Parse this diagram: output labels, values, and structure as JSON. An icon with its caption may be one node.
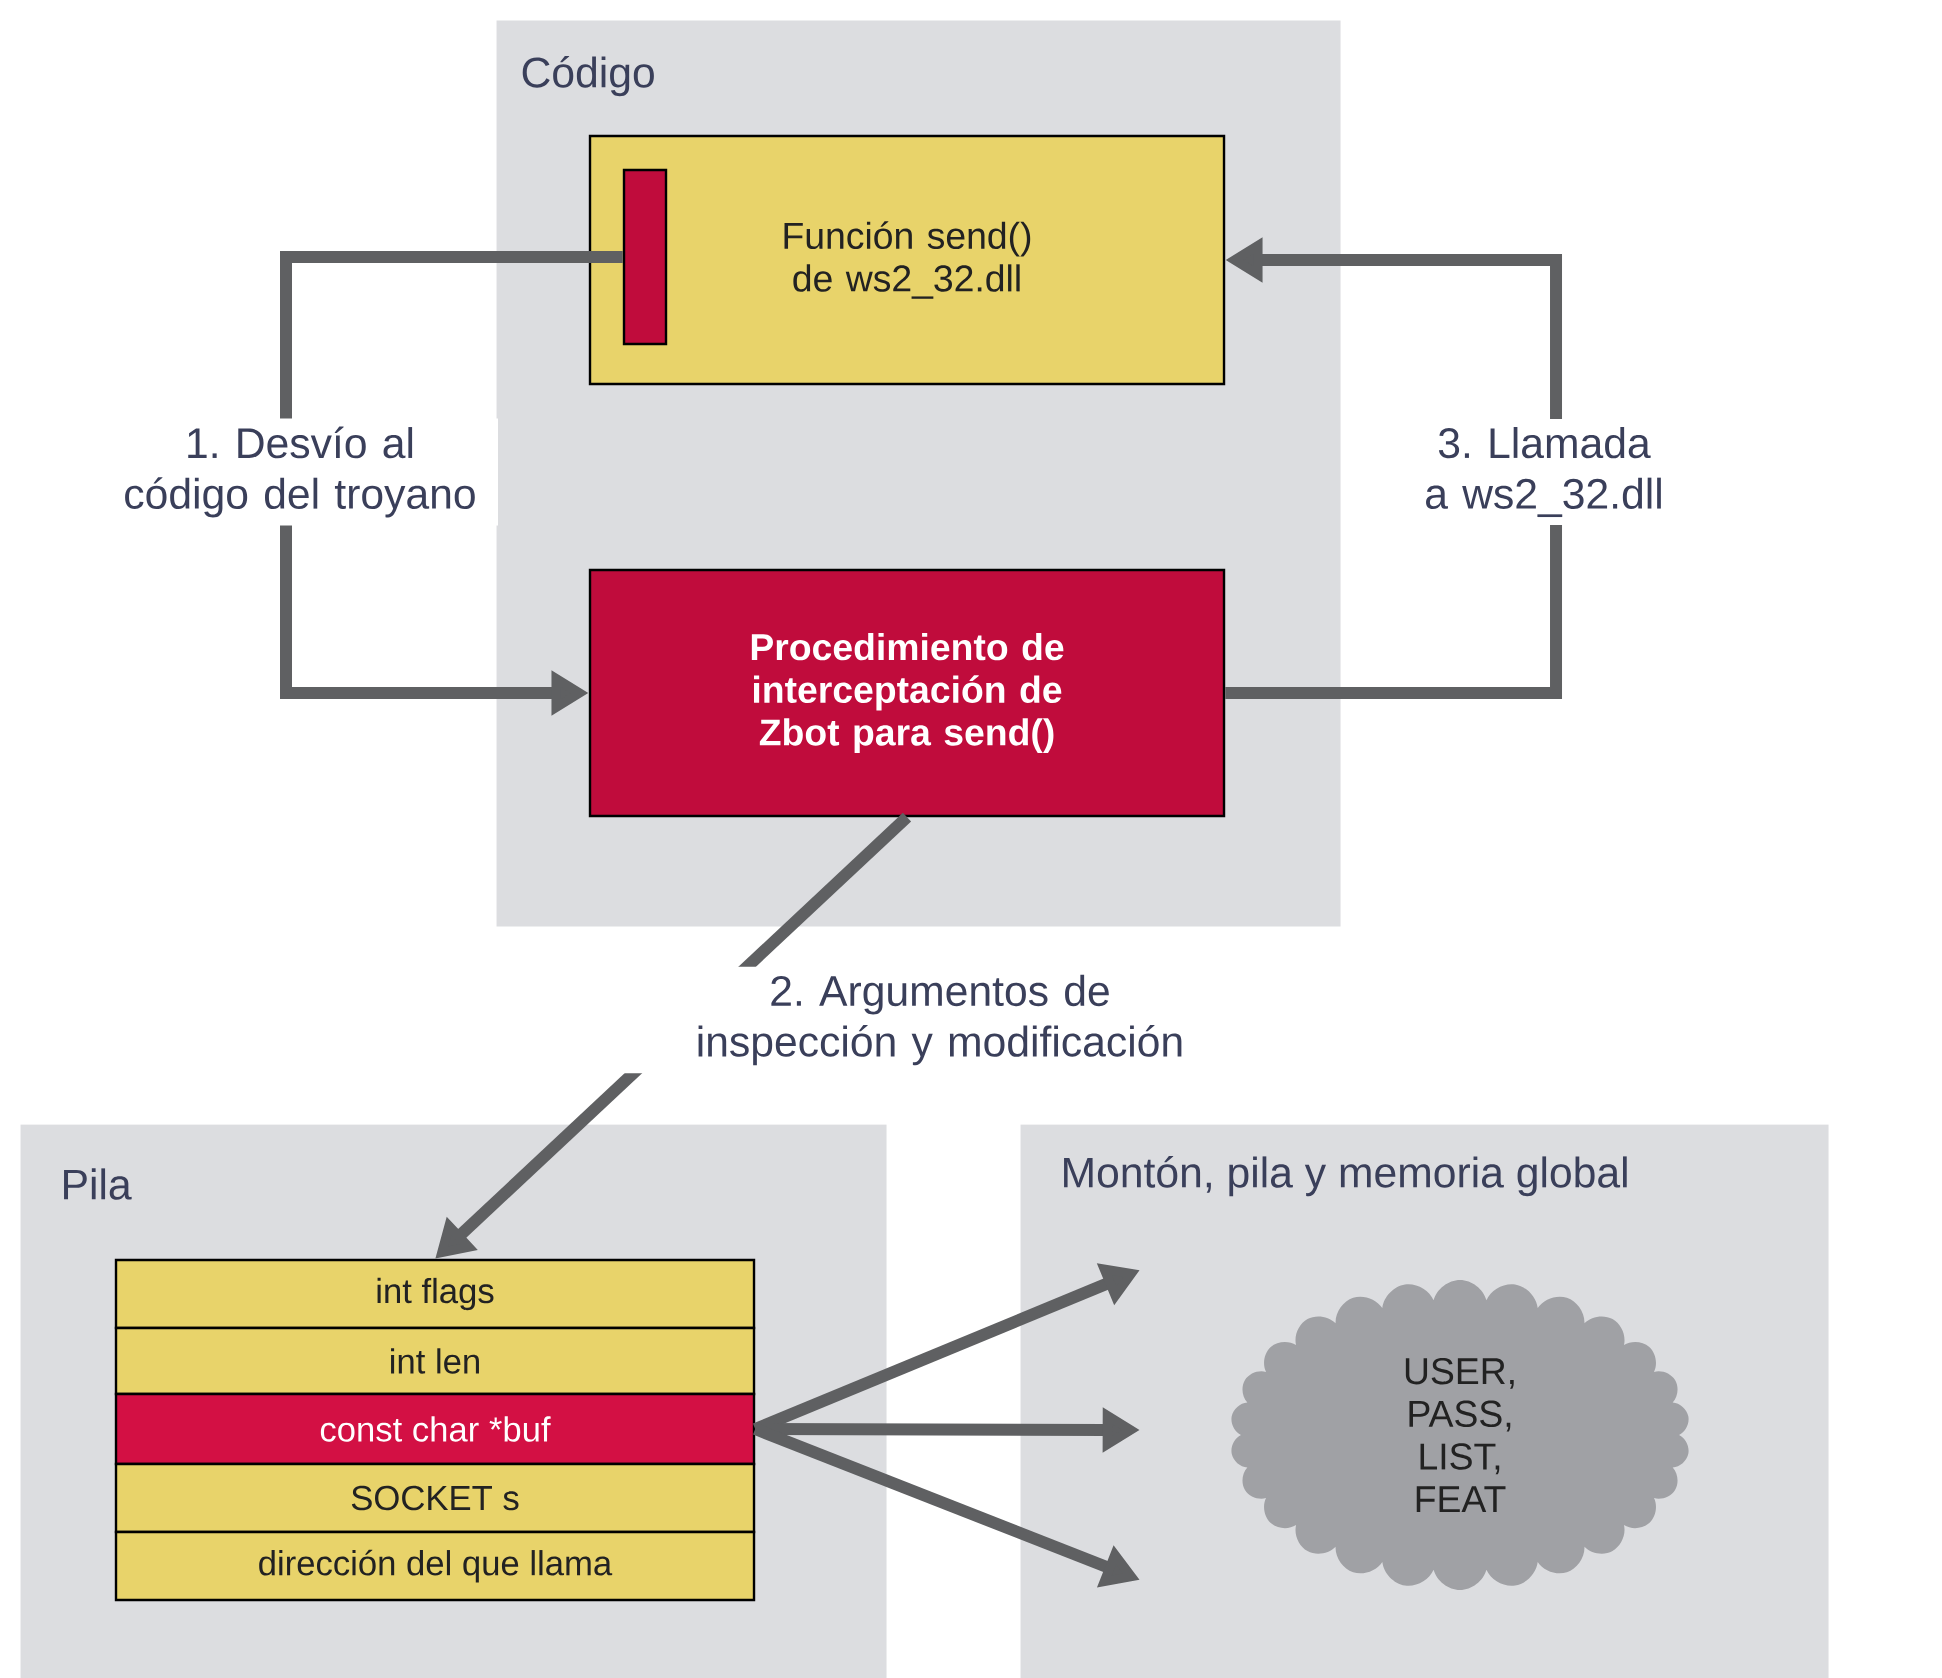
{
  "diagram": {
    "nodes": [
      {
        "text": [
          "Código"
        ]
      },
      {
        "text": [
          "Función send() de ws2_32.dll"
        ],
        "in": 0
      },
      {
        "text": [],
        "shape": "bar",
        "in": 1
      },
      {
        "text": [
          "Procedimiento de interceptación de Zbot para send()"
        ],
        "in": 0
      },
      {
        "text": [
          "Pila"
        ]
      },
      {
        "text": [
          "int flags"
        ],
        "in": 4
      },
      {
        "text": [
          "int len"
        ],
        "in": 4
      },
      {
        "text": [
          "const char *buf"
        ],
        "in": 4
      },
      {
        "text": [
          "SOCKET s"
        ],
        "in": 4
      },
      {
        "text": [
          "dirección del que llama"
        ],
        "in": 4
      },
      {
        "text": [
          "Montón, pila y memoria global"
        ]
      },
      {
        "text": [
          "USER, PASS, LIST, FEAT"
        ],
        "in": 10
      }
    ],
    "edges": [
      {
        "from": 2,
        "to": 3,
        "arrow": "to",
        "label": "1. Desvío al código del troyano"
      },
      {
        "from": 3,
        "to": 1,
        "arrow": "to",
        "label": "3. Llamada a ws2_32.dll"
      },
      {
        "from": 3,
        "to": 5,
        "arrow": "to",
        "label": "2. Argumentos de inspección y modificación"
      },
      {
        "from": 7,
        "to": null,
        "arrow": "to"
      },
      {
        "from": 7,
        "to": null,
        "arrow": "to"
      },
      {
        "from": 7,
        "to": null,
        "arrow": "to"
      }
    ]
  }
}
